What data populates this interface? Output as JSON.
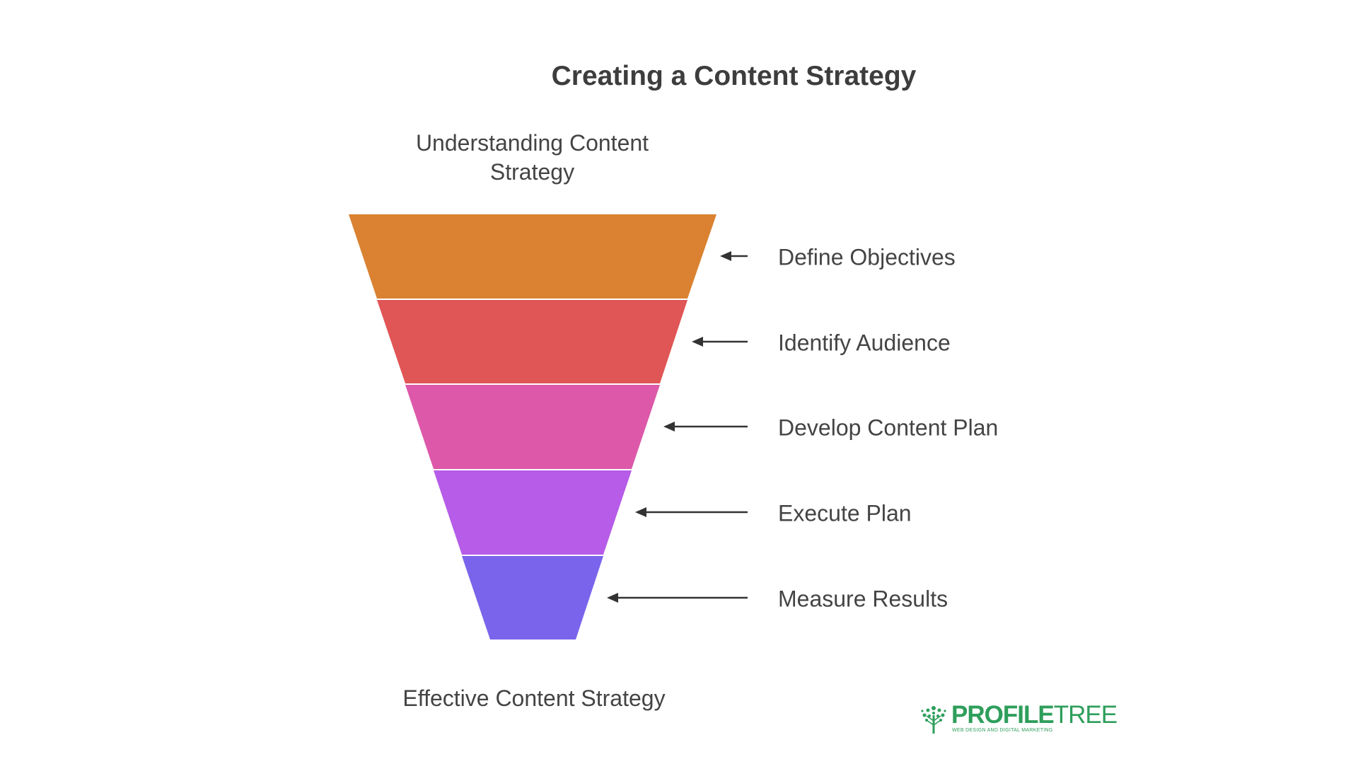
{
  "title": "Creating a Content Strategy",
  "top_label": "Understanding Content Strategy",
  "bottom_label": "Effective Content Strategy",
  "stages": [
    {
      "label": "Define Objectives",
      "color": "#DA8231"
    },
    {
      "label": "Identify Audience",
      "color": "#E05555"
    },
    {
      "label": "Develop Content Plan",
      "color": "#DD58A8"
    },
    {
      "label": "Execute Plan",
      "color": "#B65CE8"
    },
    {
      "label": "Measure Results",
      "color": "#7A64EC"
    }
  ],
  "logo": {
    "name_bold": "PROFILE",
    "name_thin": "TREE",
    "tagline": "WEB DESIGN AND DIGITAL MARKETING",
    "color": "#2E9E5B",
    "icon": "tree-icon"
  }
}
